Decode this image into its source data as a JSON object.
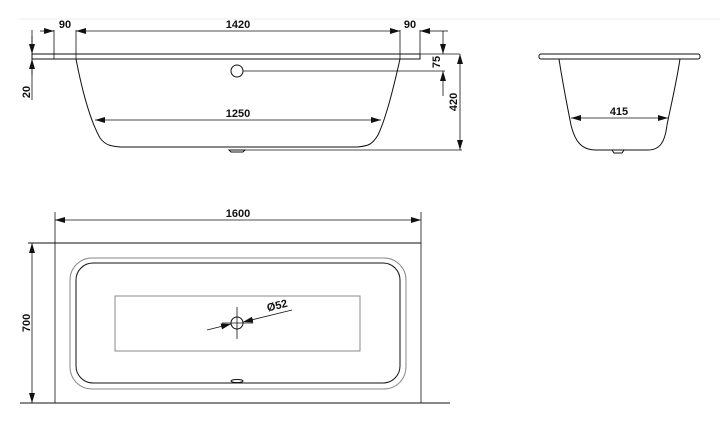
{
  "drawing": {
    "side_view": {
      "rim_left": "90",
      "inner_length": "1420",
      "rim_right": "90",
      "rim_thickness": "20",
      "overflow_height": "75",
      "total_height": "420",
      "bottom_length": "1250"
    },
    "end_view": {
      "bottom_width": "415"
    },
    "plan_view": {
      "length": "1600",
      "width": "700",
      "drain_diameter": "Ø52"
    }
  }
}
